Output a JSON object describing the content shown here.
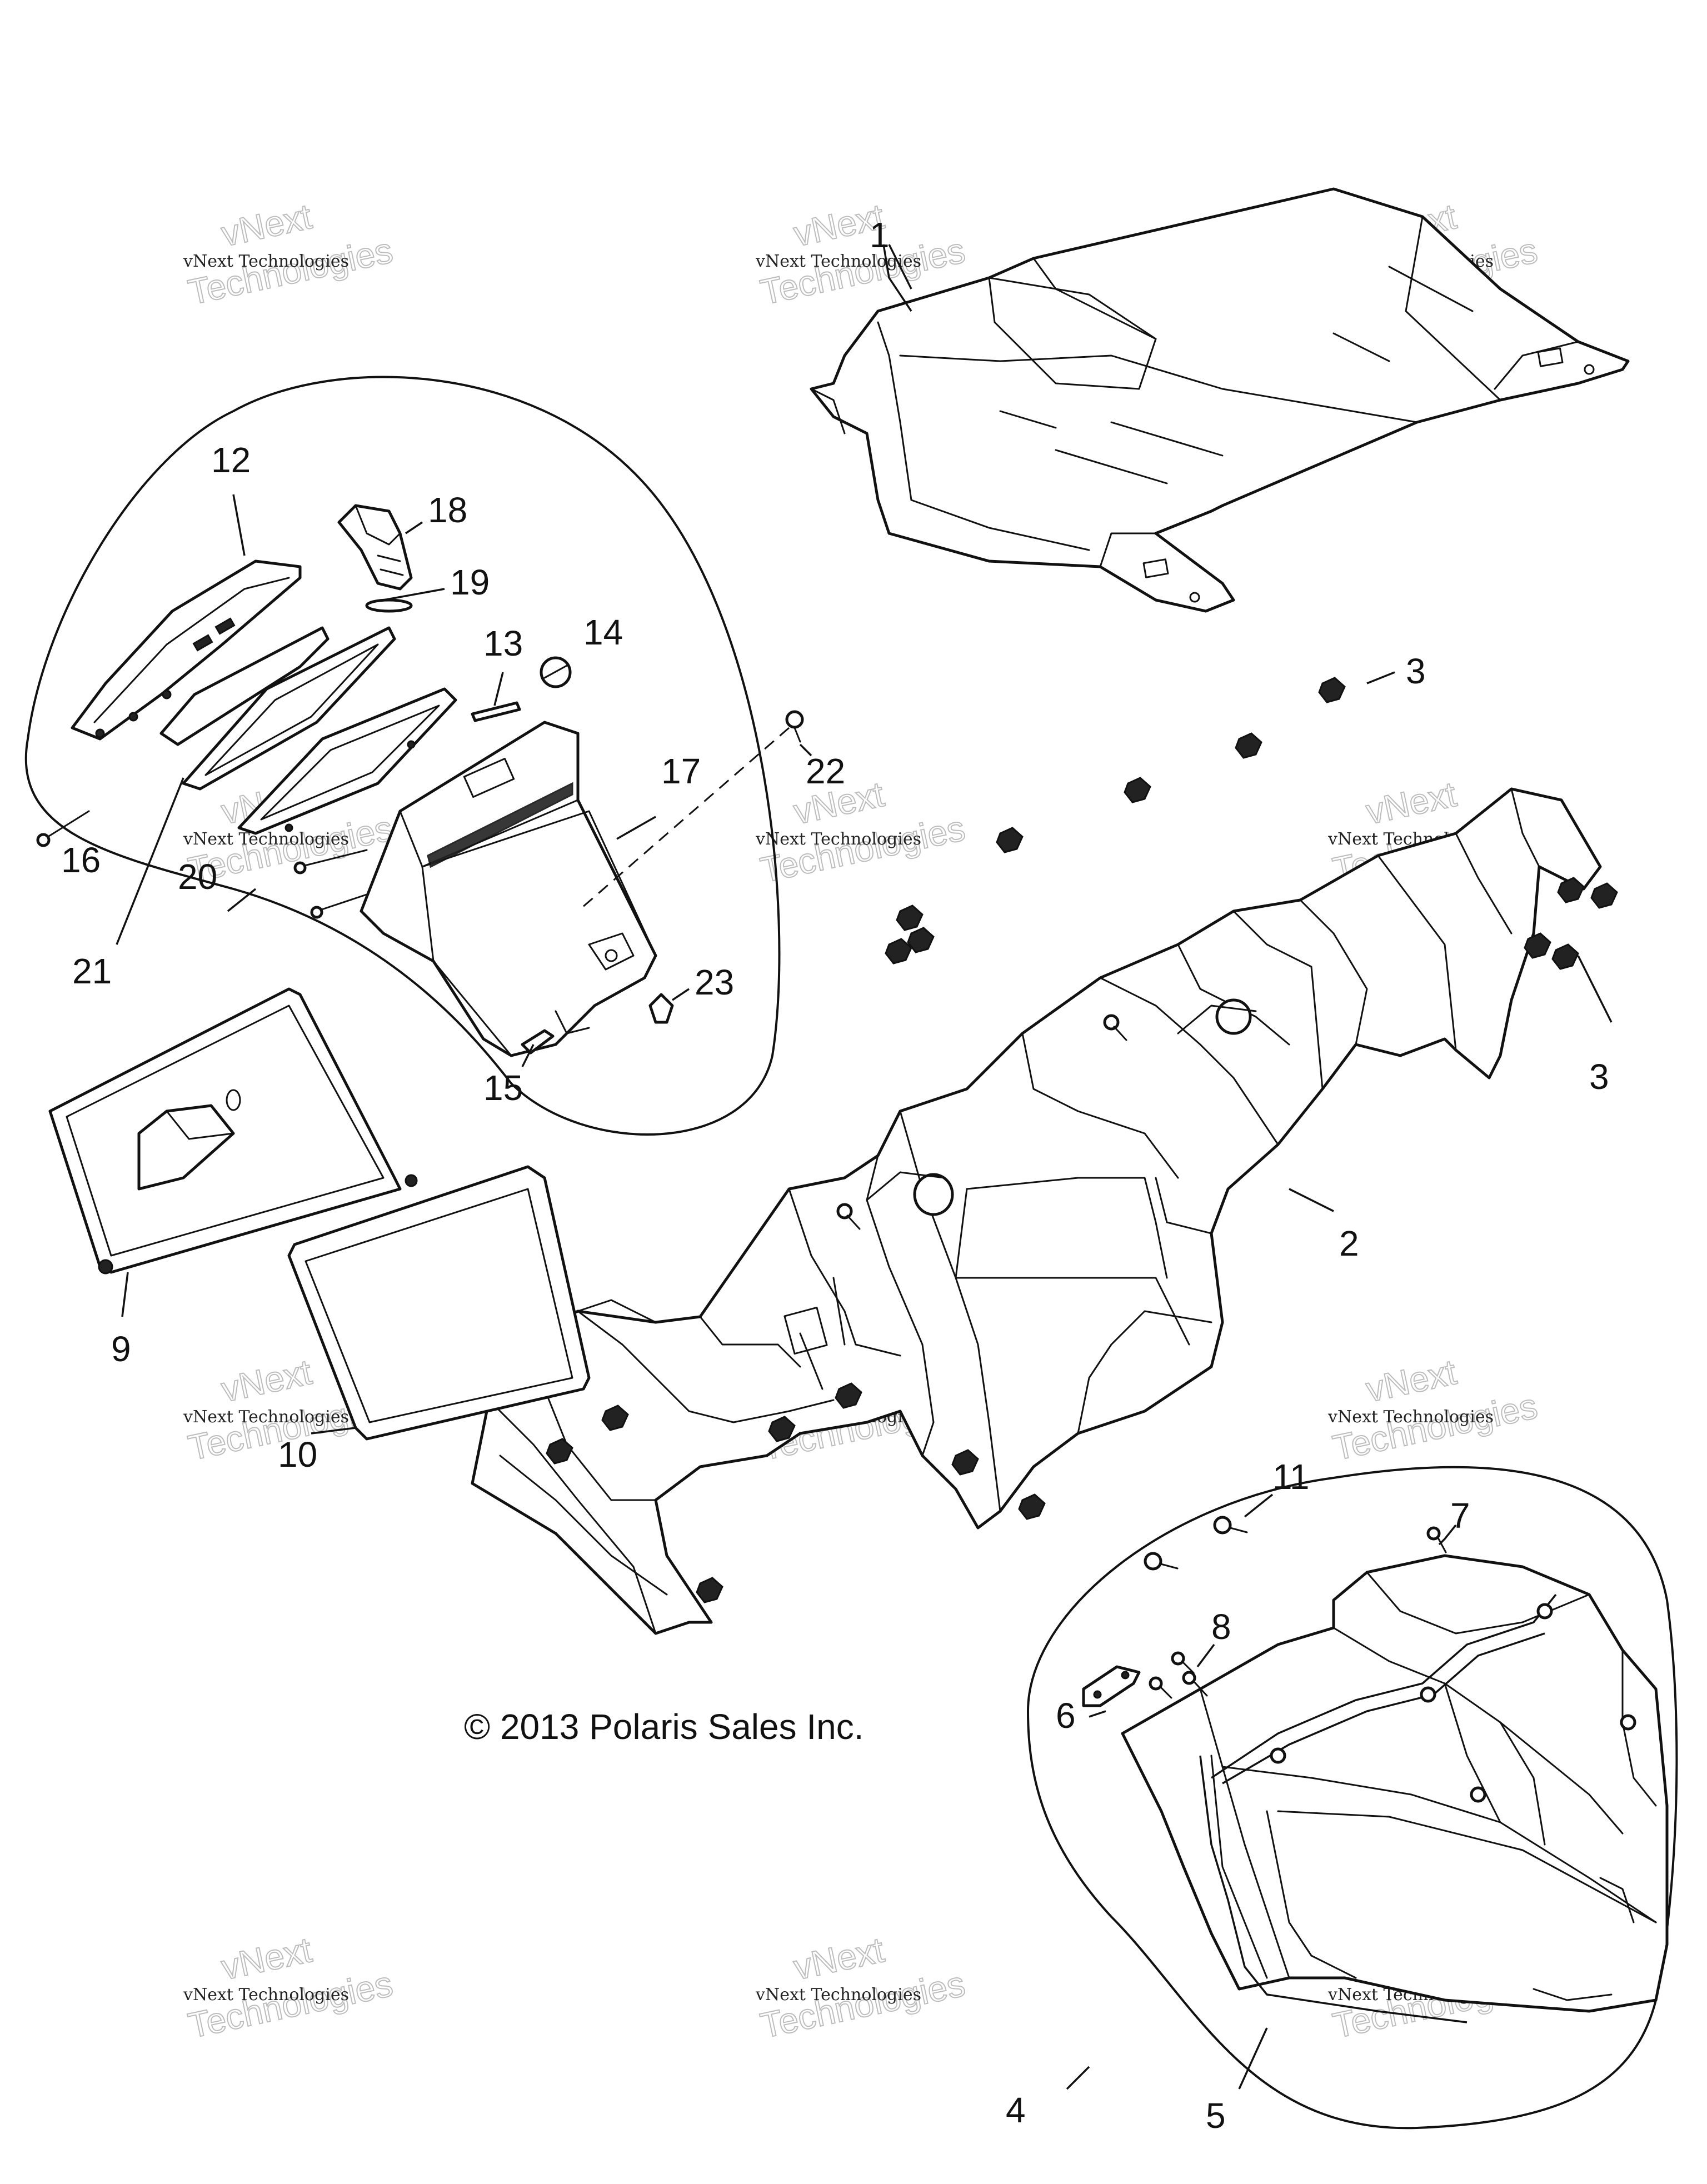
{
  "copyright": "© 2013 Polaris Sales Inc.",
  "watermark": {
    "line1": "vNext Technologies",
    "line2": "vNext",
    "line3": "Technologies"
  },
  "callouts": [
    "1",
    "2",
    "3",
    "3",
    "4",
    "5",
    "6",
    "7",
    "8",
    "9",
    "10",
    "11",
    "12",
    "13",
    "14",
    "15",
    "16",
    "17",
    "18",
    "19",
    "20",
    "21",
    "22",
    "23"
  ]
}
